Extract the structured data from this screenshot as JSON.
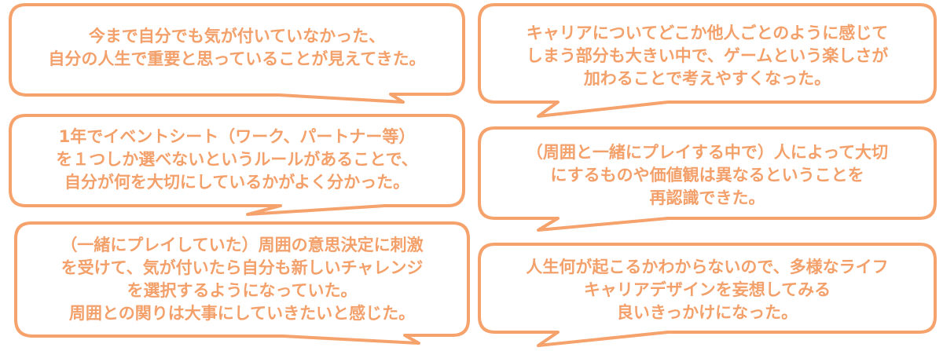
{
  "accent_color": "#f5a26c",
  "bubbles": [
    {
      "lines": [
        "今まで自分でも気が付いていなかった、",
        "自分の人生で重要と思っていることが見えてきた。"
      ]
    },
    {
      "lines": [
        "1年でイベントシート（ワーク、パートナー等）",
        "を１つしか選べないというルールがあることで、",
        "自分が何を大切にしているかがよく分かった。"
      ]
    },
    {
      "lines": [
        "（一緒にプレイしていた）周囲の意思決定に刺激",
        "を受けて、気が付いたら自分も新しいチャレンジ",
        "を選択するようになっていた。",
        "周囲との関りは大事にしていきたいと感じた。"
      ]
    },
    {
      "lines": [
        "キャリアについてどこか他人ごとのように感じて",
        "しまう部分も大きい中で、ゲームという楽しさが",
        "加わることで考えやすくなった。"
      ]
    },
    {
      "lines": [
        "（周囲と一緒にプレイする中で）人によって大切",
        "にするものや価値観は異なるということを",
        "再認識できた。"
      ]
    },
    {
      "lines": [
        "人生何が起こるかわからないので、多様なライフ",
        "キャリアデザインを妄想してみる",
        "良いきっかけになった。"
      ]
    }
  ]
}
